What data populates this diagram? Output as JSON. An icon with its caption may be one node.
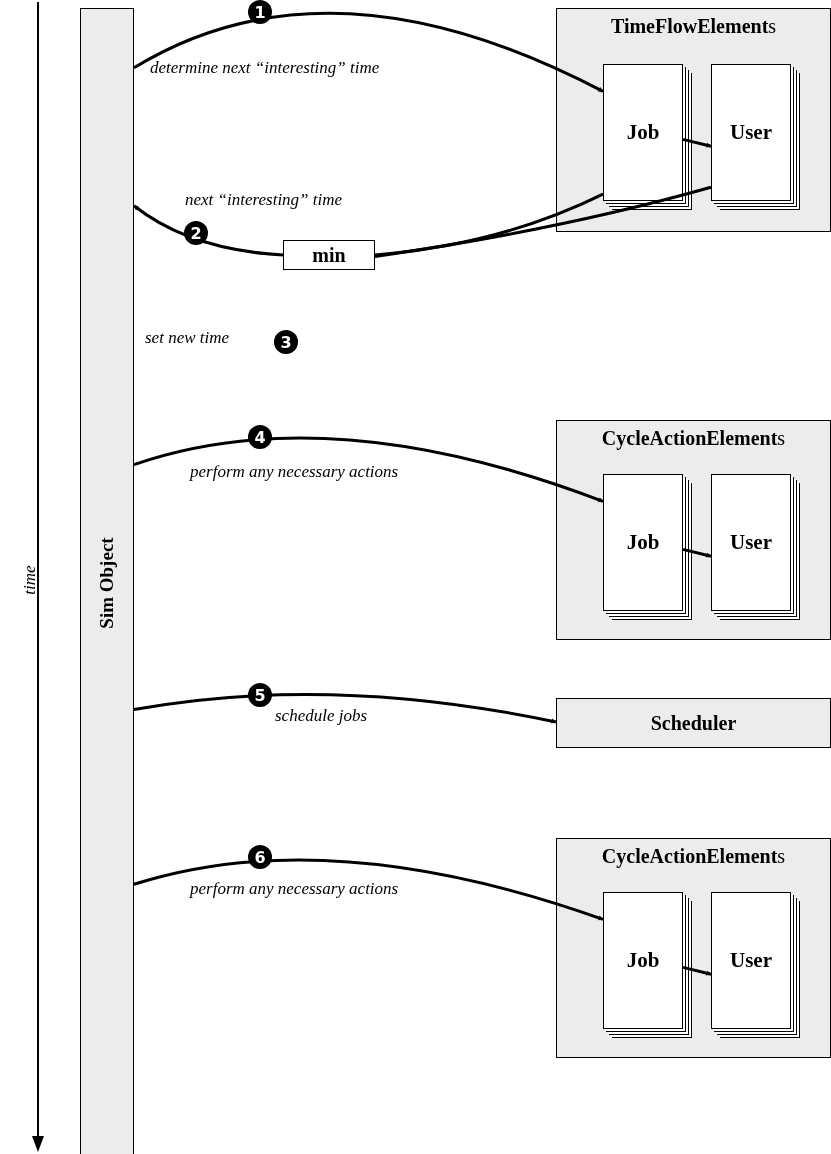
{
  "diagram": {
    "nodes": [
      {
        "text": [
          "Sim Object"
        ]
      },
      {
        "text": [
          "**TimeFlowElement**s"
        ]
      },
      {
        "text": [
          "Job"
        ],
        "in": 1
      },
      {
        "text": [
          "User"
        ],
        "in": 1
      },
      {
        "text": [
          "min"
        ]
      },
      {
        "text": [
          "**CycleActionElement**s"
        ]
      },
      {
        "text": [
          "Job"
        ],
        "in": 5
      },
      {
        "text": [
          "User"
        ],
        "in": 5
      },
      {
        "text": [
          "Scheduler"
        ]
      },
      {
        "text": [
          "**CycleActionElement**s"
        ]
      },
      {
        "text": [
          "Job"
        ],
        "in": 9
      },
      {
        "text": [
          "User"
        ],
        "in": 9
      }
    ],
    "edges": [
      {
        "from": 0,
        "to": 2,
        "arrow": "to",
        "label": "determine next “interesting” time"
      },
      {
        "from": 2,
        "to": 3,
        "arrow": "to"
      },
      {
        "from": 2,
        "to": 4,
        "arrow": "none"
      },
      {
        "from": 3,
        "to": 4,
        "arrow": "none"
      },
      {
        "from": 4,
        "to": 0,
        "arrow": "to",
        "label": "next “interesting” time"
      },
      {
        "from": 0,
        "to": 6,
        "arrow": "to",
        "label": "perform any necessary actions"
      },
      {
        "from": 6,
        "to": 7,
        "arrow": "to"
      },
      {
        "from": 0,
        "to": 8,
        "arrow": "to",
        "label": "schedule jobs"
      },
      {
        "from": 0,
        "to": 10,
        "arrow": "to",
        "label": "perform any necessary actions"
      },
      {
        "from": 10,
        "to": 11,
        "arrow": "to"
      }
    ],
    "labels": [
      "1",
      "2",
      "set new time",
      "3",
      "4",
      "5",
      "6",
      "time"
    ]
  }
}
